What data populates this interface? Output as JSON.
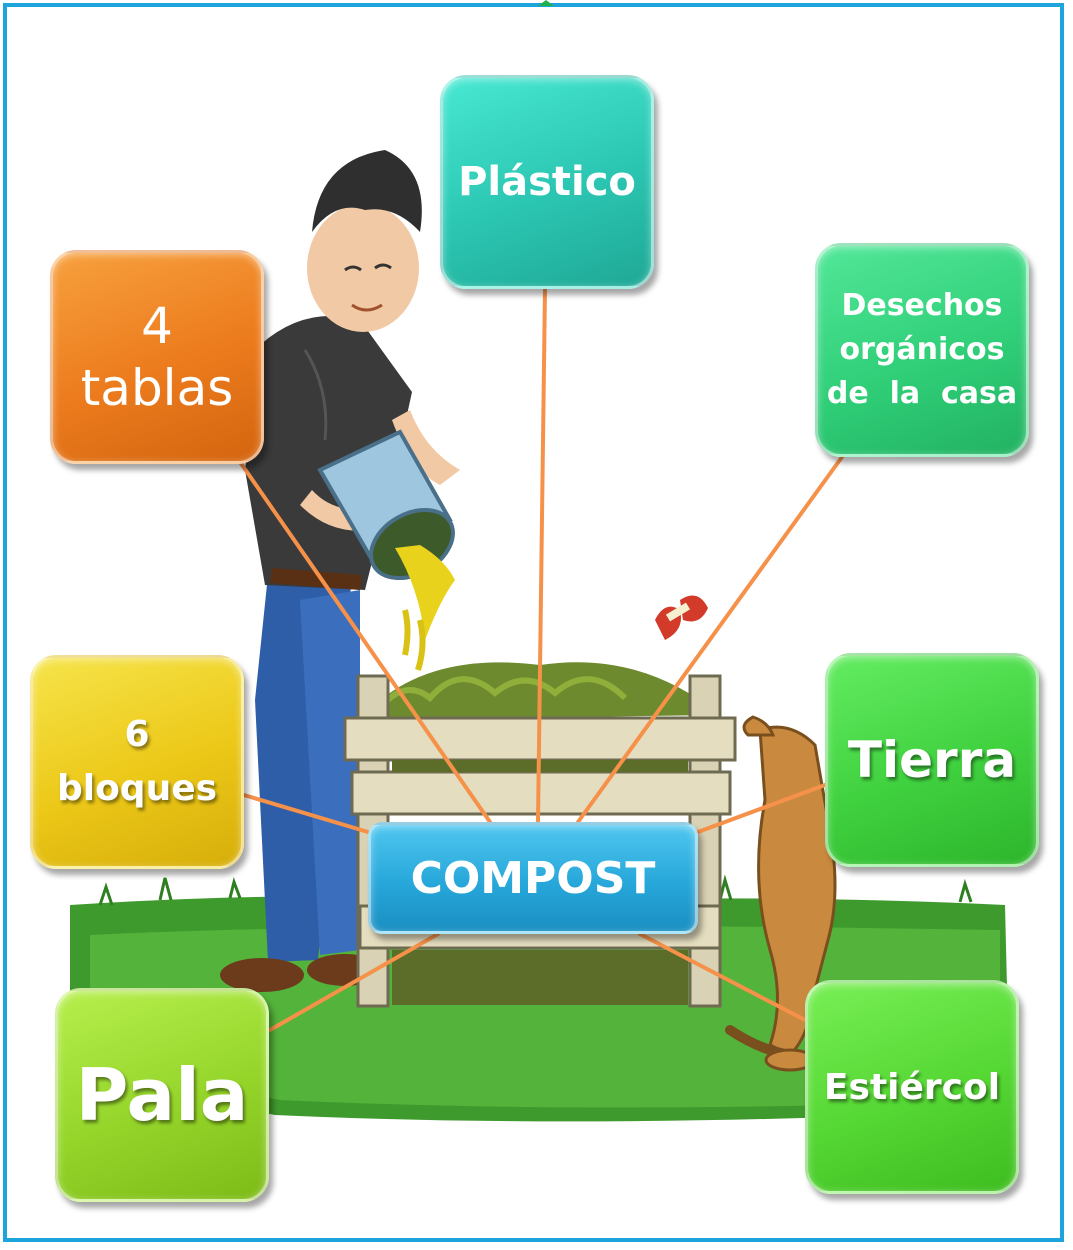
{
  "diagram": {
    "center": {
      "label": "COMPOST"
    },
    "nodes": {
      "plastico": {
        "label": "Plástico"
      },
      "tablas": {
        "lines": [
          "4",
          "tablas"
        ]
      },
      "desechos": {
        "lines": [
          "Desechos",
          "orgánicos",
          "de  la  casa"
        ]
      },
      "bloques": {
        "lines": [
          "6",
          "bloques"
        ]
      },
      "tierra": {
        "label": "Tierra"
      },
      "pala": {
        "label": "Pala"
      },
      "estiercol": {
        "label": "Estiércol"
      }
    },
    "colors": {
      "frame": "#1ea4dd",
      "connector": "#f6914a",
      "center": "#27a7da",
      "plastico": "#2bc6b2",
      "tablas": "#ec7b1d",
      "desechos": "#30cf78",
      "bloques": "#ecc818",
      "tierra": "#40d13f",
      "pala": "#95d52a",
      "estiercol": "#55d734"
    },
    "illustration": {
      "subjects": [
        "gardener-figure",
        "compost-bin",
        "dog-figure",
        "apple-core",
        "grass"
      ]
    }
  }
}
